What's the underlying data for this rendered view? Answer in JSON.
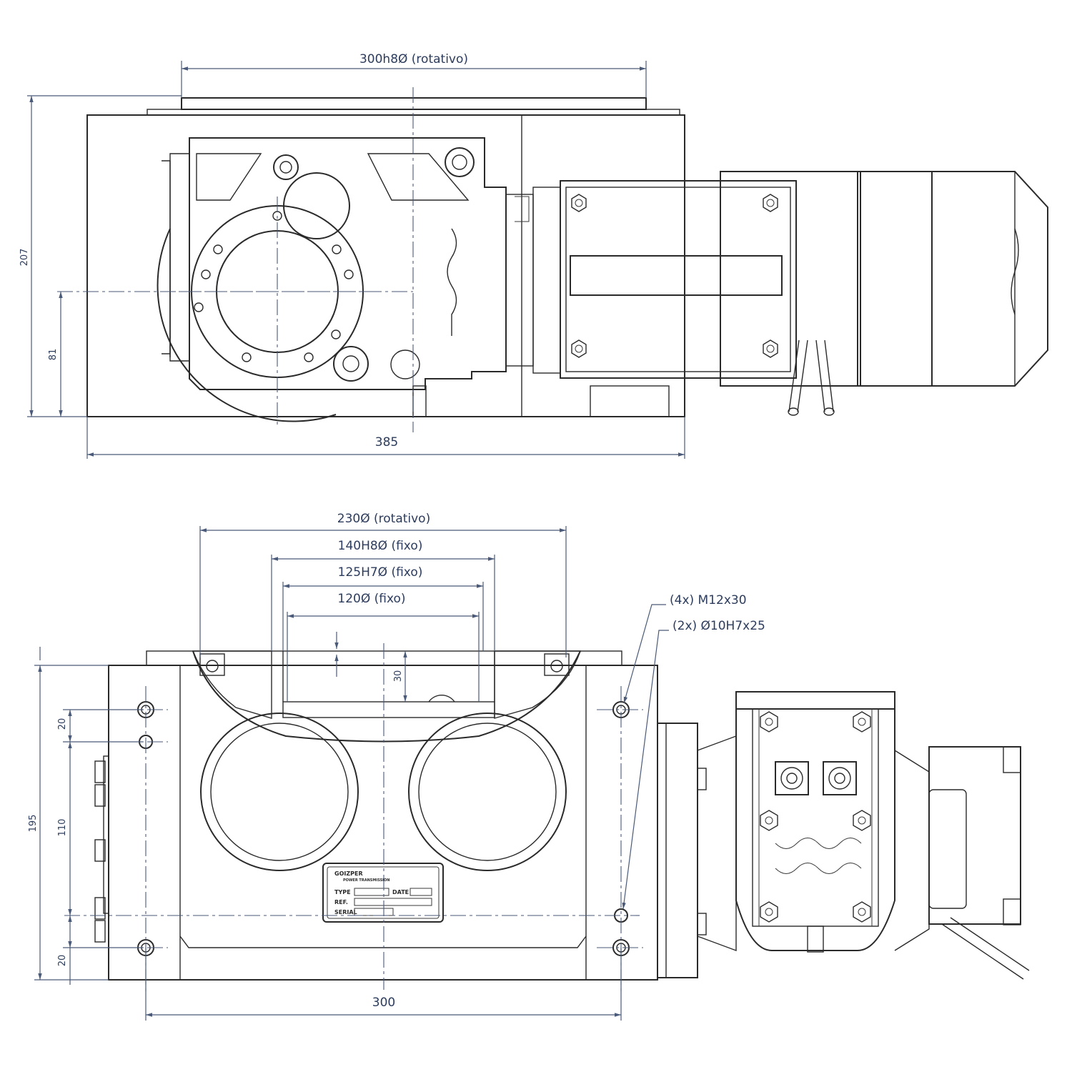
{
  "top_view": {
    "dims": {
      "rotating_diameter": "300h8Ø (rotativo)",
      "total_height": "207",
      "axis_height": "81",
      "base_length": "385"
    }
  },
  "front_view": {
    "dims": {
      "rotating_diameter": "230Ø (rotativo)",
      "fixed_bore_a": "140H8Ø (fixo)",
      "fixed_bore_b": "125H7Ø (fixo)",
      "fixed_bore_c": "120Ø (fixo)",
      "depth": "30",
      "threads_callout": "(4x) M12x30",
      "pins_callout": "(2x) Ø10H7x25",
      "total_height": "195",
      "edge_offset_top": "20",
      "hole_spacing": "110",
      "edge_offset_bottom": "20",
      "hole_span": "300"
    },
    "nameplate": {
      "brand": "GOIZPER",
      "tagline": "POWER TRANSMISSION",
      "type_label": "TYPE",
      "date_label": "DATE",
      "ref_label": "REF.",
      "serial_label": "SERIAL"
    }
  },
  "colors": {
    "line": "#2a2a2a",
    "dimension": "#4a5a78",
    "dimension_text": "#2d3c5c"
  }
}
